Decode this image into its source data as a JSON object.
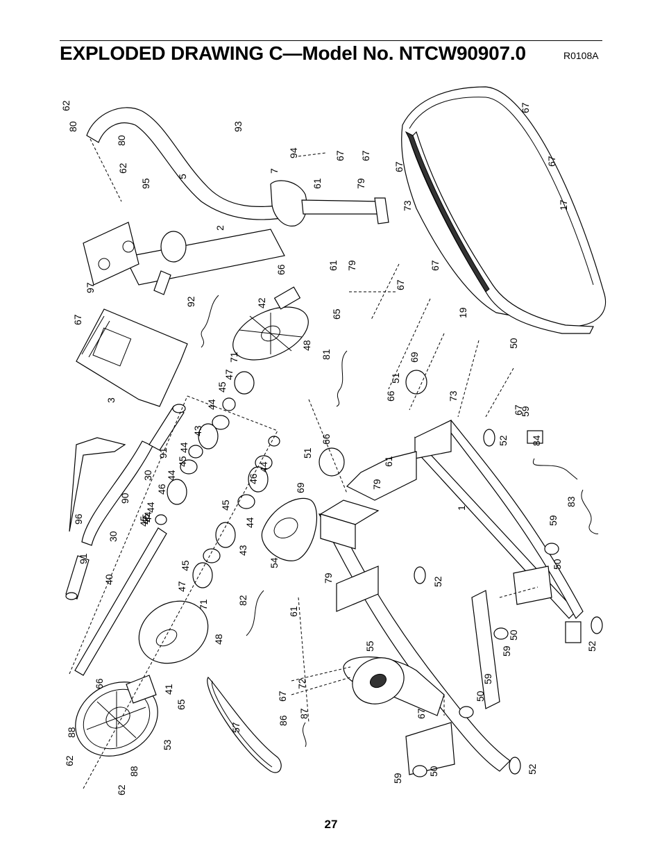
{
  "header": {
    "title": "EXPLODED DRAWING C—Model No. NTCW90907.0",
    "drawing_code": "R0108A"
  },
  "footer": {
    "page_number": "27"
  },
  "labels": [
    "62",
    "80",
    "80",
    "62",
    "5",
    "93",
    "94",
    "67",
    "67",
    "67",
    "7",
    "61",
    "79",
    "95",
    "2",
    "66",
    "61",
    "79",
    "73",
    "67",
    "67",
    "67",
    "67",
    "17",
    "97",
    "67",
    "92",
    "42",
    "65",
    "3",
    "48",
    "81",
    "47",
    "71",
    "45",
    "44",
    "43",
    "91",
    "44",
    "45",
    "44",
    "30",
    "46",
    "45",
    "44",
    "51",
    "66",
    "69",
    "61",
    "79",
    "66",
    "51",
    "69",
    "73",
    "67",
    "90",
    "96",
    "44",
    "45",
    "30",
    "46",
    "44",
    "45",
    "40",
    "91",
    "44",
    "43",
    "54",
    "79",
    "82",
    "61",
    "47",
    "71",
    "45",
    "48",
    "55",
    "72",
    "67",
    "87",
    "86",
    "57",
    "88",
    "62",
    "62",
    "88",
    "53",
    "65",
    "41",
    "66",
    "59",
    "50",
    "67",
    "52",
    "1",
    "52",
    "84",
    "83",
    "59",
    "50",
    "52",
    "50",
    "59",
    "59",
    "50",
    "52",
    "50",
    "59",
    "19"
  ]
}
